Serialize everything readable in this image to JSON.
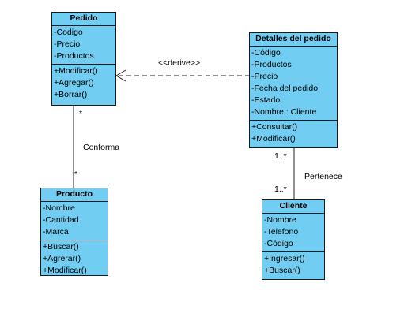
{
  "classes": {
    "pedido": {
      "name": "Pedido",
      "attributes": [
        "-Codigo",
        "-Precio",
        "-Productos"
      ],
      "operations": [
        "+Modificar()",
        "+Agregar()",
        "+Borrar()"
      ]
    },
    "detalles": {
      "name": "Detalles del pedido",
      "attributes": [
        "-Código",
        "-Productos",
        "-Precio",
        "-Fecha del pedido",
        "-Estado",
        "-Nombre : Cliente"
      ],
      "operations": [
        "+Consultar()",
        "+Modificar()"
      ]
    },
    "producto": {
      "name": "Producto",
      "attributes": [
        "-Nombre",
        "-Cantidad",
        "-Marca"
      ],
      "operations": [
        "+Buscar()",
        "+Agrerar()",
        "+Modificar()"
      ]
    },
    "cliente": {
      "name": "Cliente",
      "attributes": [
        "-Nombre",
        "-Telefono",
        "-Código"
      ],
      "operations": [
        "+Ingresar()",
        "+Buscar()"
      ]
    }
  },
  "relations": {
    "derive": {
      "label": "<<derive>>"
    },
    "conforma": {
      "label": "Conforma",
      "mult_top": "*",
      "mult_bottom": "*"
    },
    "pertenece": {
      "label": "Pertenece",
      "mult_top": "1..*",
      "mult_bottom": "1..*"
    }
  }
}
